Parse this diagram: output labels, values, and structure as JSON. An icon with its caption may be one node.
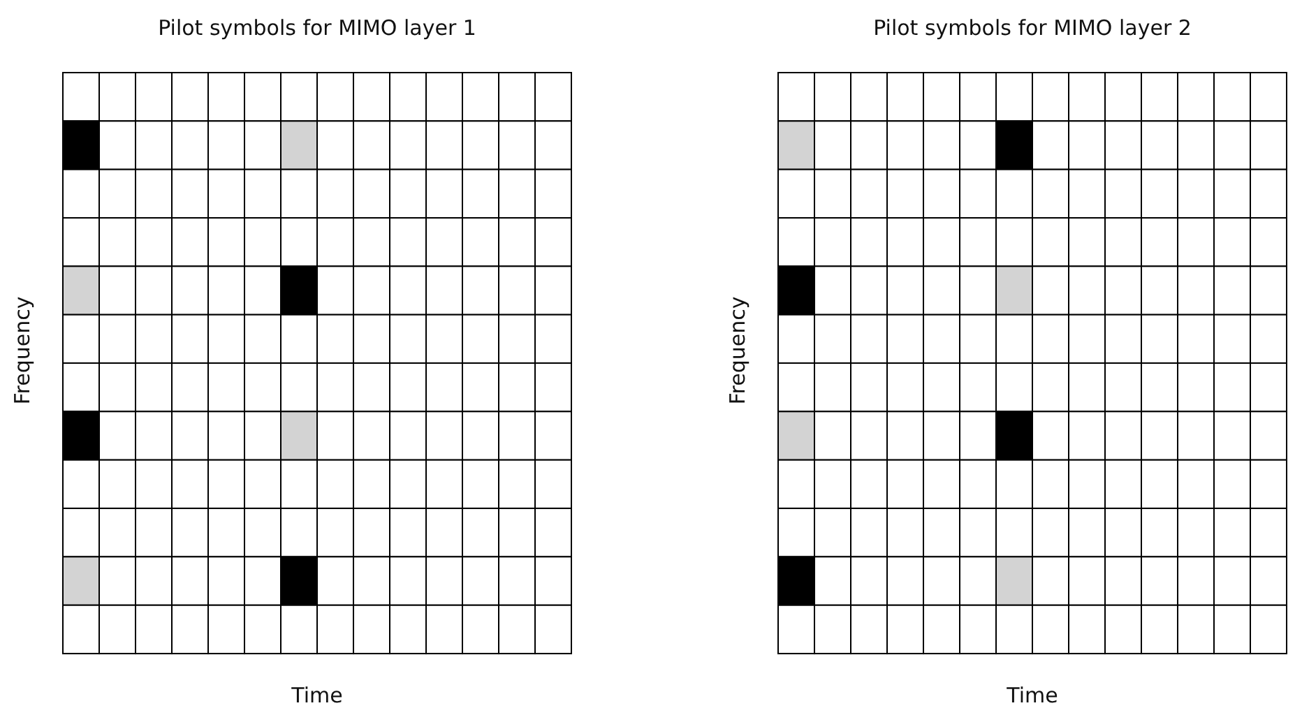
{
  "diagram": {
    "labels": [
      "Pilot symbols for MIMO layer 1",
      "Frequency",
      "Time",
      "Pilot symbols for MIMO layer 2",
      "Frequency",
      "Time"
    ]
  }
}
